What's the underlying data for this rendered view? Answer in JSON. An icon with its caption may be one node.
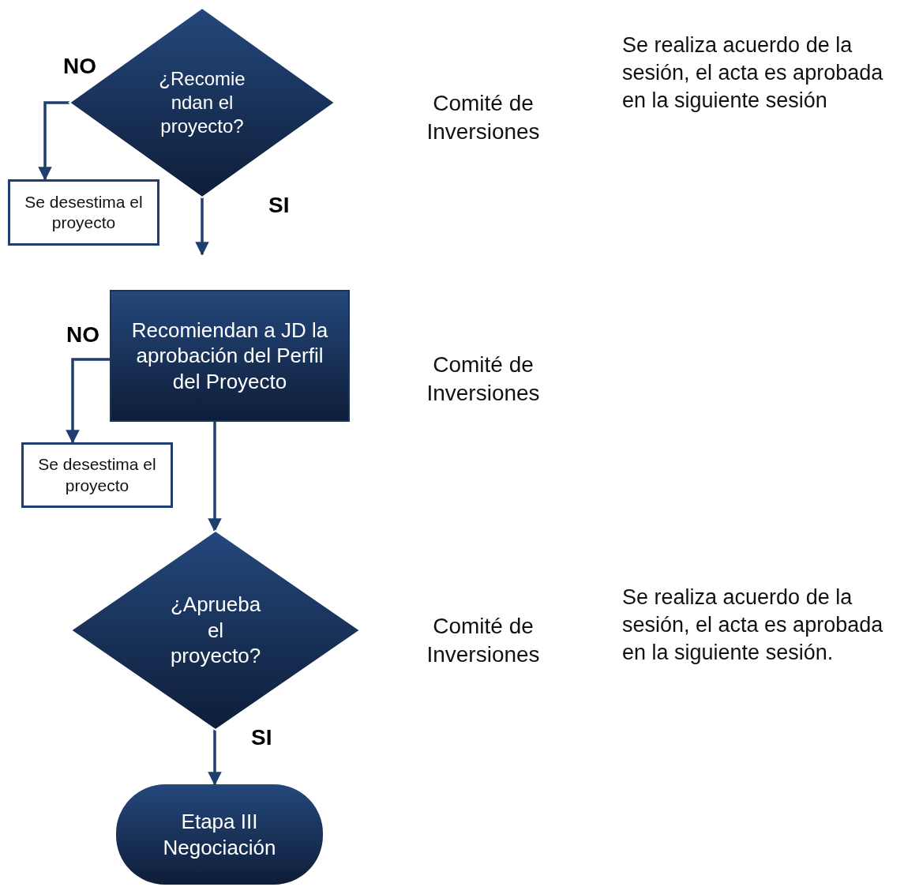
{
  "diagram": {
    "nodes": [
      {
        "text": [
          "¿Recomie ndan el proyecto?"
        ]
      },
      {
        "text": [
          "Se desestima el proyecto"
        ]
      },
      {
        "text": [
          "Recomiendan a JD la aprobación del Perfil del Proyecto"
        ]
      },
      {
        "text": [
          "Se desestima el proyecto"
        ]
      },
      {
        "text": [
          "¿Aprueba el proyecto?"
        ]
      },
      {
        "text": [
          "Etapa III Negociación"
        ]
      }
    ],
    "edges": [
      {
        "from": 0,
        "to": 1,
        "arrow": "to",
        "label": "NO"
      },
      {
        "from": 0,
        "to": null,
        "arrow": "to",
        "label": "SI"
      },
      {
        "from": 2,
        "to": 3,
        "arrow": "to",
        "label": "NO"
      },
      {
        "from": 2,
        "to": 4,
        "arrow": "to"
      },
      {
        "from": 4,
        "to": 5,
        "arrow": "to",
        "label": "SI"
      }
    ],
    "labels": [
      "Se realiza acuerdo de la sesión, el acta es aprobada en la siguiente sesión",
      "Comité de Inversiones",
      "Comité de Inversiones",
      "Comité de Inversiones",
      "Se realiza acuerdo de la sesión, el acta es aprobada en la siguiente sesión."
    ]
  }
}
